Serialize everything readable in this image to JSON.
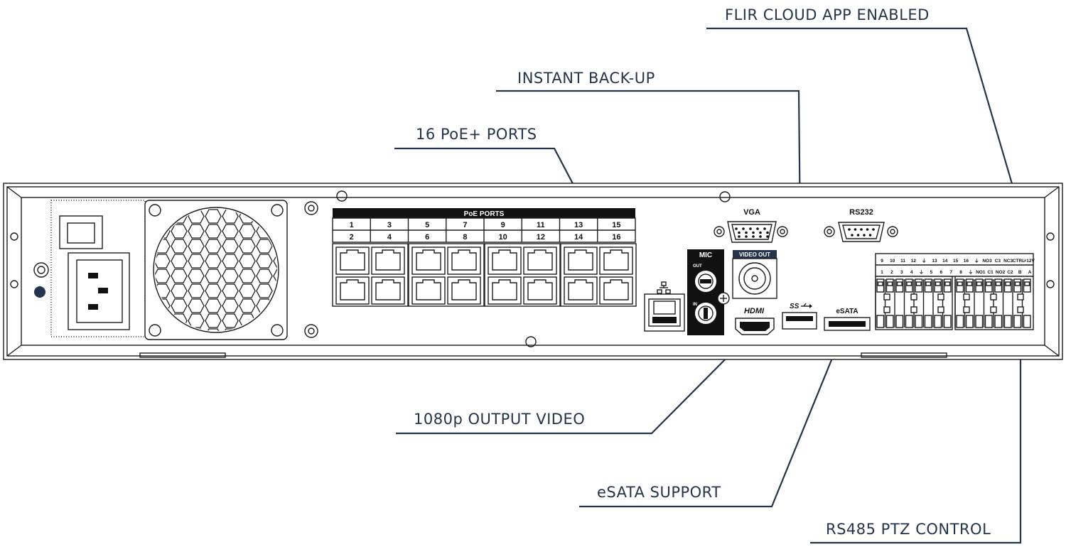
{
  "callouts": {
    "flir_cloud": "FLIR CLOUD APP ENABLED",
    "instant_backup": "INSTANT BACK-UP",
    "poe_ports": "16 PoE+ PORTS",
    "output_video": "1080p OUTPUT VIDEO",
    "esata_support": "eSATA SUPPORT",
    "rs485": "RS485 PTZ CONTROL"
  },
  "panel": {
    "poe_header": "PoE PORTS",
    "poe_top_numbers": [
      "1",
      "3",
      "5",
      "7",
      "9",
      "11",
      "13",
      "15"
    ],
    "poe_bottom_numbers": [
      "2",
      "4",
      "6",
      "8",
      "10",
      "12",
      "14",
      "16"
    ],
    "vga": "VGA",
    "rs232": "RS232",
    "mic": "MIC",
    "mic_out": "OUT",
    "mic_in": "IN",
    "video_out": "VIDEO OUT",
    "hdmi": "HDMI",
    "usb": "SS",
    "esata": "eSATA",
    "terminal_top_labels": [
      "9",
      "10",
      "11",
      "12",
      "⏚",
      "13",
      "14",
      "15",
      "16",
      "⏚",
      "NO3",
      "C3",
      "NC3",
      "CTRL",
      "+12V"
    ],
    "terminal_bottom_labels": [
      "1",
      "2",
      "3",
      "4",
      "⏚",
      "5",
      "6",
      "7",
      "8",
      "⏚",
      "NO1",
      "C1",
      "NO2",
      "C2",
      "B",
      "A"
    ]
  },
  "colors": {
    "callout_ink": "#23344c",
    "video_out_bg": "#23344c",
    "black_band": "#111111"
  }
}
